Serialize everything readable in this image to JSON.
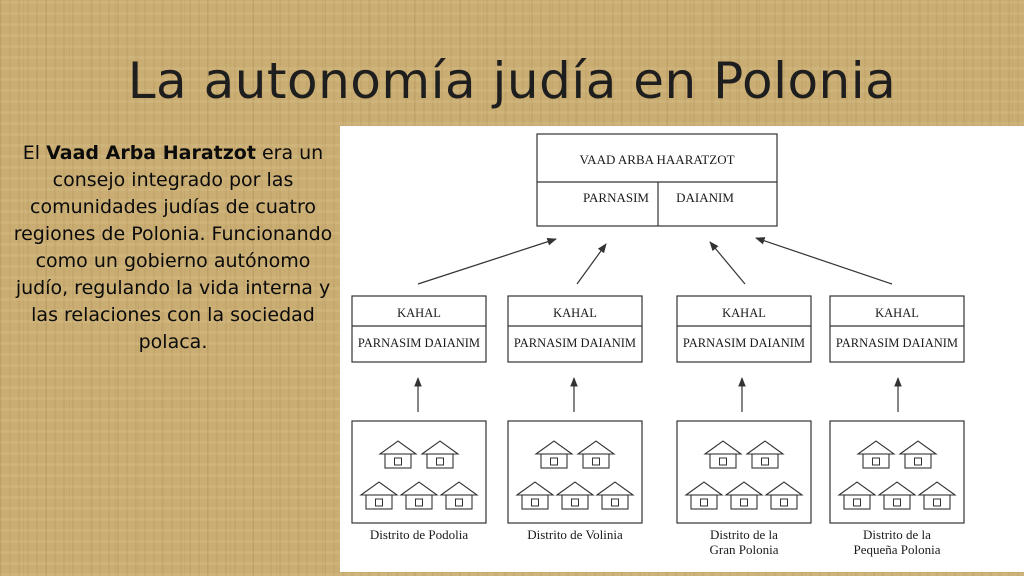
{
  "slide": {
    "title": "La autonomía judía en Polonia",
    "text": {
      "prefix": "El ",
      "bold": "Vaad Arba Haratzot",
      "rest": " era un consejo integrado por las comunidades judías de cuatro regiones de Polonia. Funcionando como un gobierno autónomo judío, regulando la vida interna y las relaciones con la sociedad polaca."
    }
  },
  "diagram": {
    "top_box": {
      "title": "VAAD ARBA HAARATZOT",
      "left": "PARNASIM",
      "right": "DAIANIM"
    },
    "kahal_boxes": [
      {
        "title": "KAHAL",
        "sub": "PARNASIM DAIANIM"
      },
      {
        "title": "KAHAL",
        "sub": "PARNASIM DAIANIM"
      },
      {
        "title": "KAHAL",
        "sub": "PARNASIM DAIANIM"
      },
      {
        "title": "KAHAL",
        "sub": "PARNASIM DAIANIM"
      }
    ],
    "districts": [
      {
        "line1": "Distrito de Podolia",
        "line2": ""
      },
      {
        "line1": "Distrito de Volinia",
        "line2": ""
      },
      {
        "line1": "Distrito de la",
        "line2": "Gran Polonia"
      },
      {
        "line1": "Distrito de la",
        "line2": "Pequeña Polonia"
      }
    ]
  }
}
